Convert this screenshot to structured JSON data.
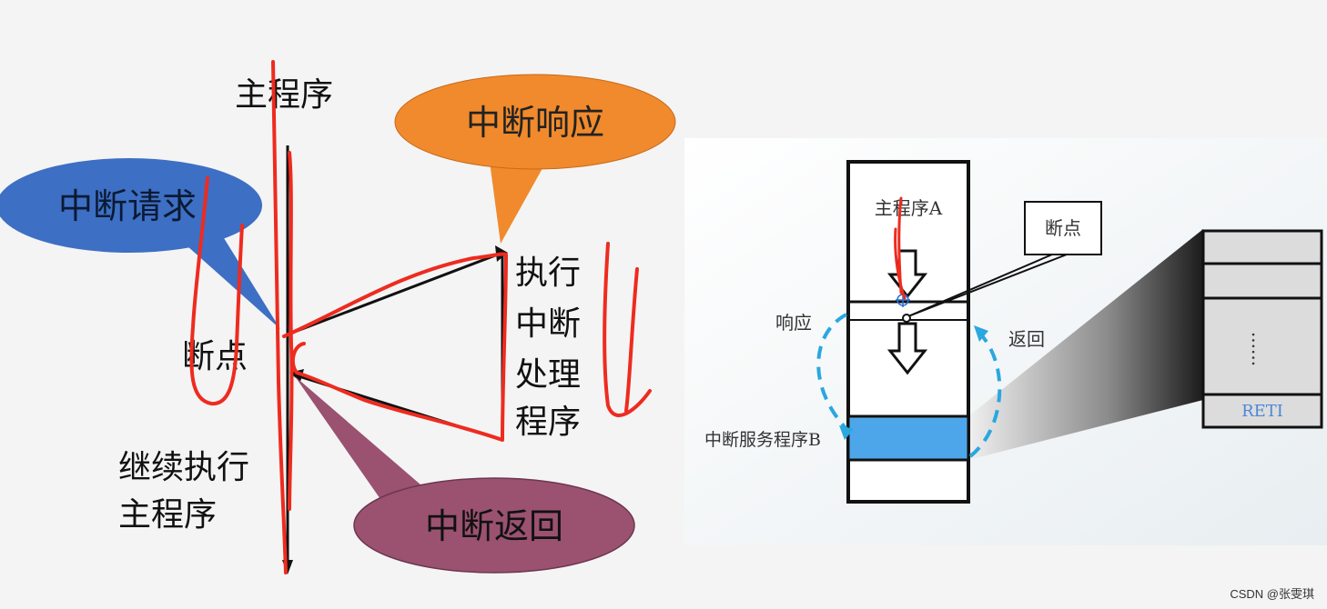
{
  "left": {
    "main_program": "主程序",
    "interrupt_request": "中断请求",
    "interrupt_response": "中断响应",
    "breakpoint": "断点",
    "execute_isr_lines": [
      "执行",
      "中断",
      "处理",
      "程序"
    ],
    "continue_lines": [
      "继续执行",
      "主程序"
    ],
    "interrupt_return": "中断返回",
    "colors": {
      "request_bubble": "#3d6fc4",
      "response_bubble": "#f08a2c",
      "return_bubble": "#9a5270",
      "annotation_red": "#ee2b1f"
    }
  },
  "right": {
    "main_program_a": "主程序A",
    "breakpoint": "断点",
    "response": "响应",
    "return": "返回",
    "isr_b": "中断服务程序B",
    "reti": "RETI",
    "dots": "......",
    "colors": {
      "isr_fill": "#4ea6ea",
      "arrow_blue": "#2aa7df"
    }
  },
  "watermark": "CSDN @张雯琪"
}
